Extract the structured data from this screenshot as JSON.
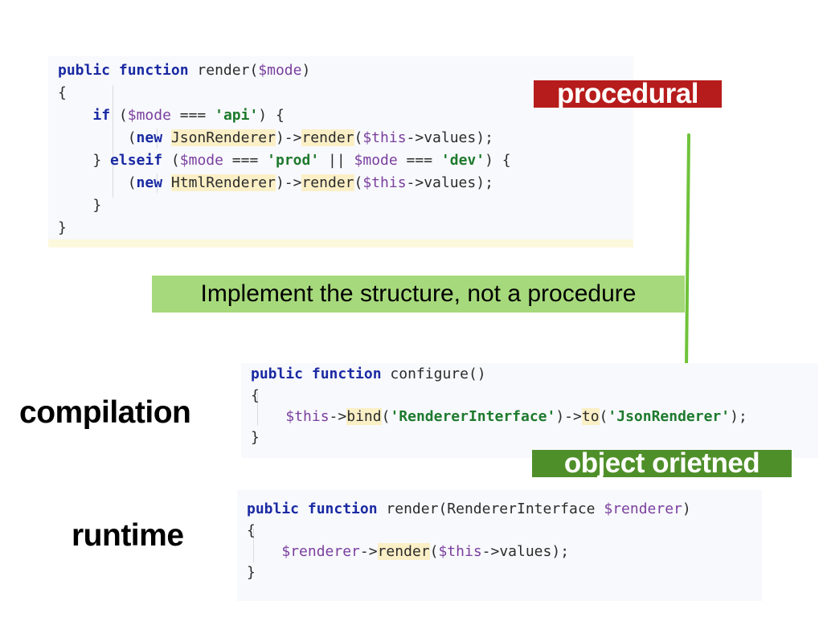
{
  "labels": {
    "procedural": "procedural",
    "object_oriented": "object orietned",
    "banner": "Implement the structure, not a procedure",
    "compilation": "compilation",
    "runtime": "runtime"
  },
  "colors": {
    "procedural_bg": "#b71c1c",
    "object_bg": "#4f8f2a",
    "banner_bg": "#a6d97b",
    "arrow": "#6fc23a"
  },
  "code1": {
    "kw_public": "public",
    "kw_function": "function",
    "name": "render",
    "open_paren": "(",
    "param": "$mode",
    "close_paren": ")",
    "brace_open": "{",
    "kw_if": "if",
    "if_open": " (",
    "if_var": "$mode",
    "eq": " === ",
    "str_api": "'api'",
    "if_close": ") {",
    "paren_open": "(",
    "kw_new": "new",
    "json_renderer": "JsonRenderer",
    "arrow1": ")->",
    "render_call": "render",
    "args_open": "(",
    "this_var": "$this",
    "values": "->values);",
    "close_brace": "} ",
    "kw_elseif": "elseif",
    "elseif_open": " (",
    "mode1": "$mode",
    "eq2": " === ",
    "str_prod": "'prod'",
    "or": " || ",
    "mode2": "$mode",
    "eq3": " === ",
    "str_dev": "'dev'",
    "elseif_close": ") {",
    "paren_open2": "(",
    "kw_new2": "new",
    "html_renderer": "HtmlRenderer",
    "arrow2": ")->",
    "render_call2": "render",
    "args_open2": "(",
    "this_var2": "$this",
    "values2": "->values);",
    "inner_close": "}",
    "brace_close": "}"
  },
  "code2": {
    "kw_public": "public",
    "kw_function": "function",
    "signature": "configure()",
    "brace_open": "{",
    "this_var": "$this",
    "arrow1": "->",
    "bind": "bind",
    "open1": "(",
    "str_iface": "'RendererInterface'",
    "close1": ")->",
    "to": "to",
    "open2": "(",
    "str_json": "'JsonRenderer'",
    "close2": ");",
    "brace_close": "}"
  },
  "code3": {
    "kw_public": "public",
    "kw_function": "function",
    "sig_start": "render(RendererInterface ",
    "param": "$renderer",
    "sig_end": ")",
    "brace_open": "{",
    "renderer_var": "$renderer",
    "arrow1": "->",
    "render_call": "render",
    "open1": "(",
    "this_var": "$this",
    "values": "->values);",
    "brace_close": "}"
  }
}
